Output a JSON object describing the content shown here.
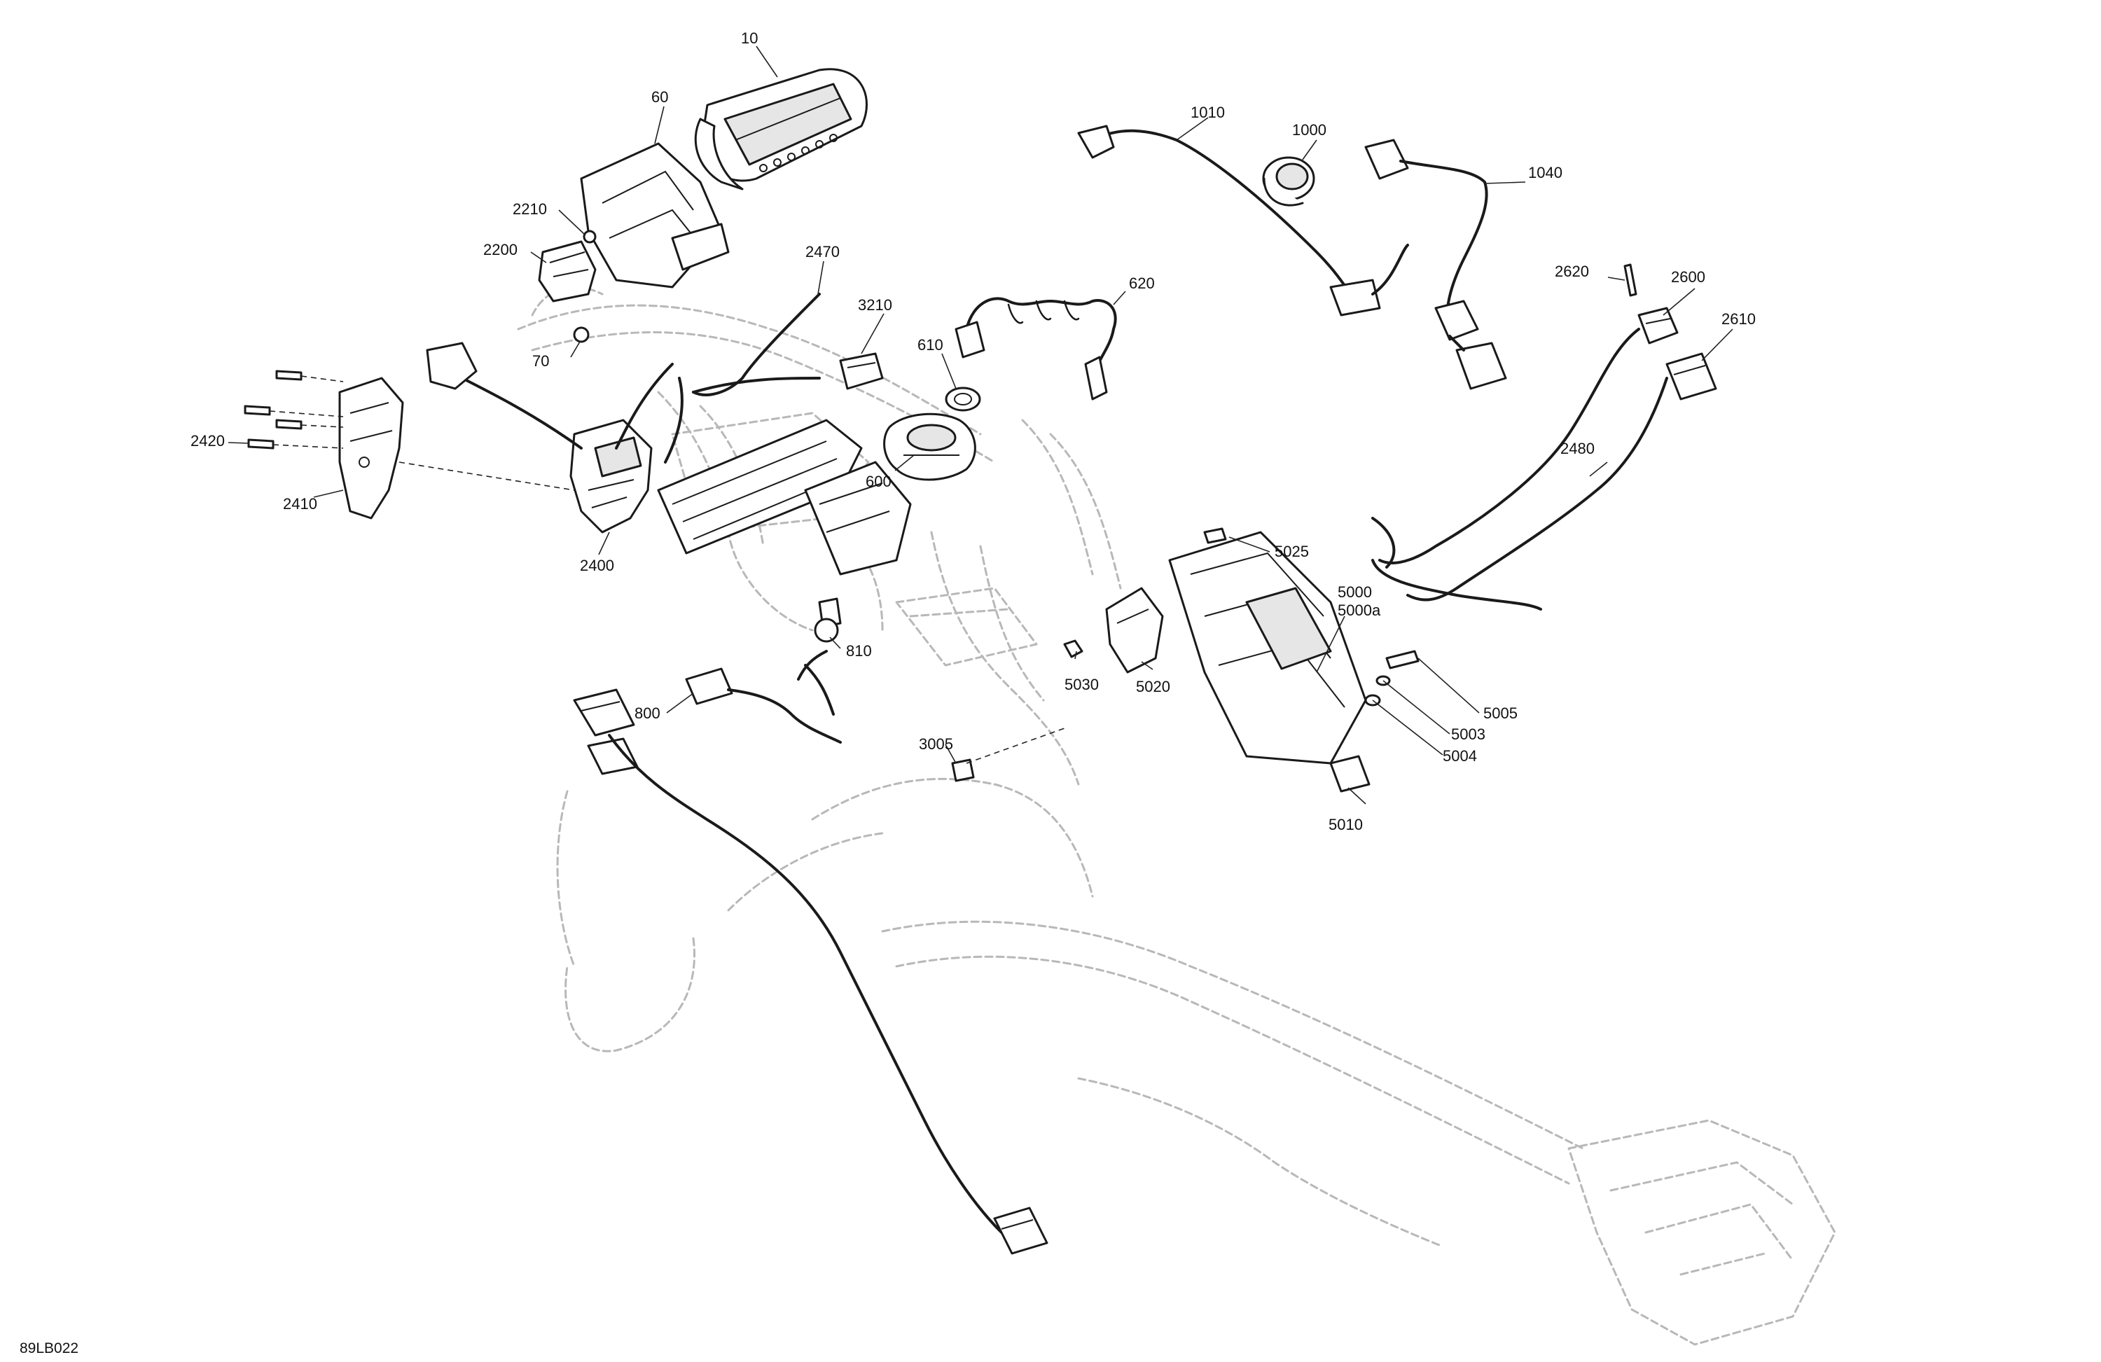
{
  "drawing_code": "89LB022",
  "callouts": {
    "c10": "10",
    "c60": "60",
    "c70": "70",
    "c600": "600",
    "c610": "610",
    "c620": "620",
    "c800": "800",
    "c810": "810",
    "c1000": "1000",
    "c1010": "1010",
    "c1040": "1040",
    "c2200": "2200",
    "c2210": "2210",
    "c2400": "2400",
    "c2410": "2410",
    "c2420": "2420",
    "c2470": "2470",
    "c2480": "2480",
    "c2600": "2600",
    "c2610": "2610",
    "c2620": "2620",
    "c3005": "3005",
    "c3210": "3210",
    "c5000": "5000",
    "c5000a": "5000a",
    "c5003": "5003",
    "c5004": "5004",
    "c5005": "5005",
    "c5010": "5010",
    "c5020": "5020",
    "c5025": "5025",
    "c5030": "5030"
  }
}
